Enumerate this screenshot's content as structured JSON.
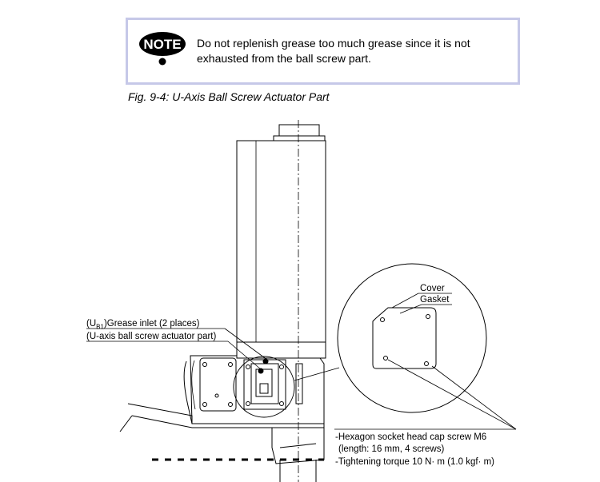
{
  "note": {
    "icon_label": "NOTE",
    "text_line1": "Do not replenish grease too much grease since it is not",
    "text_line2": "exhausted from the ball screw part."
  },
  "figure": {
    "caption": "Fig. 9-4: U-Axis Ball Screw Actuator Part"
  },
  "labels": {
    "cover": "Cover",
    "gasket": "Gasket",
    "grease_prefix": "(U",
    "grease_sub": "B1",
    "grease_suffix": ")Grease inlet (2 places)",
    "actuator_part": "(U-axis ball screw actuator  part)",
    "screw_line1": "-Hexagon socket head cap screw M6",
    "screw_line2": "(length: 16 mm, 4 screws)",
    "screw_line3": "-Tightening torque 10 N· m (1.0 kgf· m)"
  },
  "colors": {
    "note_border": "#c6c8e8",
    "ink": "#000000"
  }
}
